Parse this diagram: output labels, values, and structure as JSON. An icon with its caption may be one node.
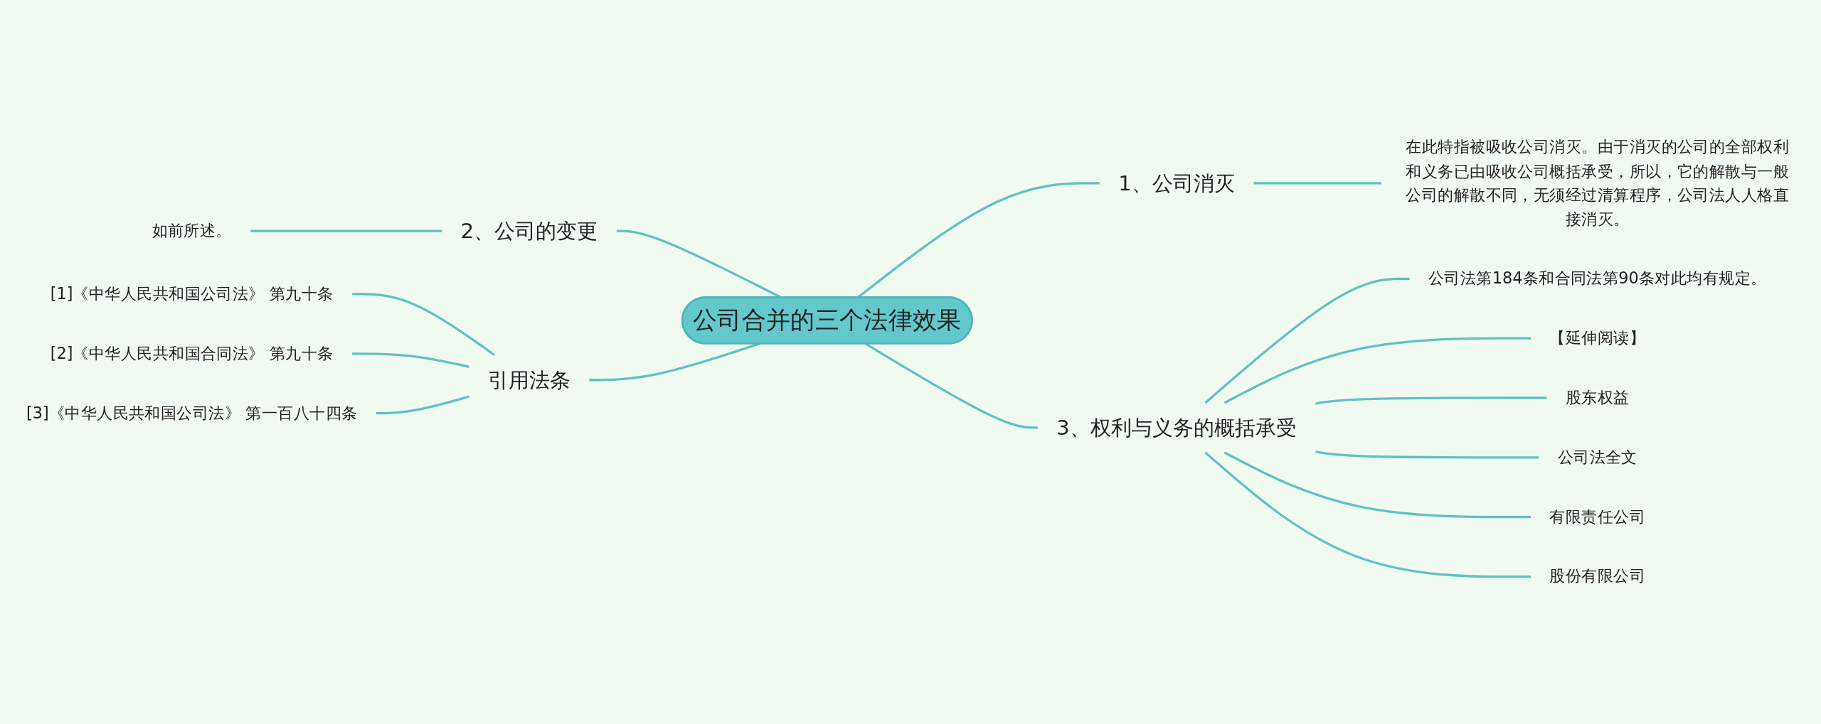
{
  "diagram": {
    "nodes": [
      {
        "text": [
          "公司合并的三个法律效果"
        ]
      },
      {
        "text": [
          "1、公司消灭"
        ]
      },
      {
        "text": [
          "在此特指被吸收公司消灭。由于消灭的公司的全部权利和义务已由吸收公司概括承受，所以，它的解散与一般公司的解散不同，无须经过清算程序，公司法人人格直接消灭。"
        ]
      },
      {
        "text": [
          "2、公司的变更"
        ]
      },
      {
        "text": [
          "如前所述。"
        ]
      },
      {
        "text": [
          "引用法条"
        ]
      },
      {
        "text": [
          "[1]《中华人民共和国公司法》 第九十条"
        ]
      },
      {
        "text": [
          "[2]《中华人民共和国合同法》 第九十条"
        ]
      },
      {
        "text": [
          "[3]《中华人民共和国公司法》 第一百八十四条"
        ]
      },
      {
        "text": [
          "3、权利与义务的概括承受"
        ]
      },
      {
        "text": [
          "公司法第184条和合同法第90条对此均有规定。"
        ]
      },
      {
        "text": [
          "【延伸阅读】"
        ]
      },
      {
        "text": [
          "股东权益"
        ]
      },
      {
        "text": [
          "公司法全文"
        ]
      },
      {
        "text": [
          "有限责任公司"
        ]
      },
      {
        "text": [
          "股份有限公司"
        ]
      }
    ],
    "edges": [
      {
        "from": 0,
        "to": 1,
        "arrow": "none"
      },
      {
        "from": 1,
        "to": 2,
        "arrow": "none"
      },
      {
        "from": 3,
        "to": 0,
        "arrow": "none"
      },
      {
        "from": 4,
        "to": 3,
        "arrow": "none"
      },
      {
        "from": 5,
        "to": 0,
        "arrow": "none"
      },
      {
        "from": 6,
        "to": 5,
        "arrow": "none"
      },
      {
        "from": 7,
        "to": 5,
        "arrow": "none"
      },
      {
        "from": 8,
        "to": 5,
        "arrow": "none"
      },
      {
        "from": 0,
        "to": 9,
        "arrow": "none"
      },
      {
        "from": 9,
        "to": 10,
        "arrow": "none"
      },
      {
        "from": 9,
        "to": 11,
        "arrow": "none"
      },
      {
        "from": 9,
        "to": 12,
        "arrow": "none"
      },
      {
        "from": 9,
        "to": 13,
        "arrow": "none"
      },
      {
        "from": 9,
        "to": 14,
        "arrow": "none"
      },
      {
        "from": 9,
        "to": 15,
        "arrow": "none"
      }
    ]
  }
}
